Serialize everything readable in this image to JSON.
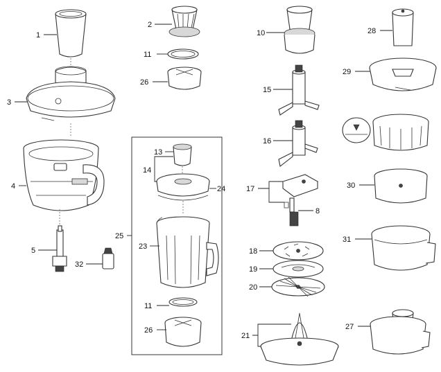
{
  "labels": {
    "l1": "1",
    "l2": "2",
    "l3": "3",
    "l4": "4",
    "l5": "5",
    "l8": "8",
    "l10": "10",
    "l11a": "11",
    "l11b": "11",
    "l13": "13",
    "l14": "14",
    "l15": "15",
    "l16": "16",
    "l17": "17",
    "l18": "18",
    "l19": "19",
    "l20": "20",
    "l21": "21",
    "l23": "23",
    "l24": "24",
    "l25": "25",
    "l26a": "26",
    "l26b": "26",
    "l27": "27",
    "l28": "28",
    "l29": "29",
    "l30": "30",
    "l31": "31",
    "l32": "32"
  }
}
